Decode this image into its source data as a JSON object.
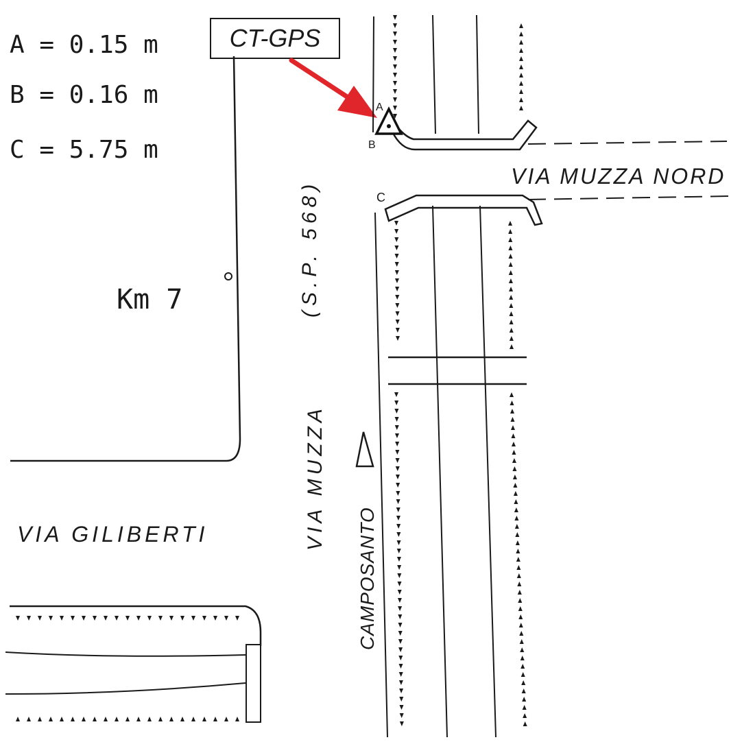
{
  "offsets": [
    {
      "label": "A = 0.15 m"
    },
    {
      "label": "B = 0.16 m"
    },
    {
      "label": "C = 5.75 m"
    }
  ],
  "station": {
    "name": "CT-GPS",
    "marker_labels": {
      "a": "A",
      "b": "B",
      "c": "C"
    },
    "arrow_color": "#e0262a"
  },
  "km_marker": "Km 7",
  "roads": {
    "via_muzza_nord": "VIA MUZZA NORD",
    "sp568": "(S.P. 568)",
    "via_muzza": "VIA MUZZA",
    "via_giliberti": "VIA GILIBERTI",
    "camposanto": "CAMPOSANTO"
  },
  "colors": {
    "ink": "#1a1a1a",
    "paper": "#ffffff",
    "accent": "#e0262a"
  }
}
